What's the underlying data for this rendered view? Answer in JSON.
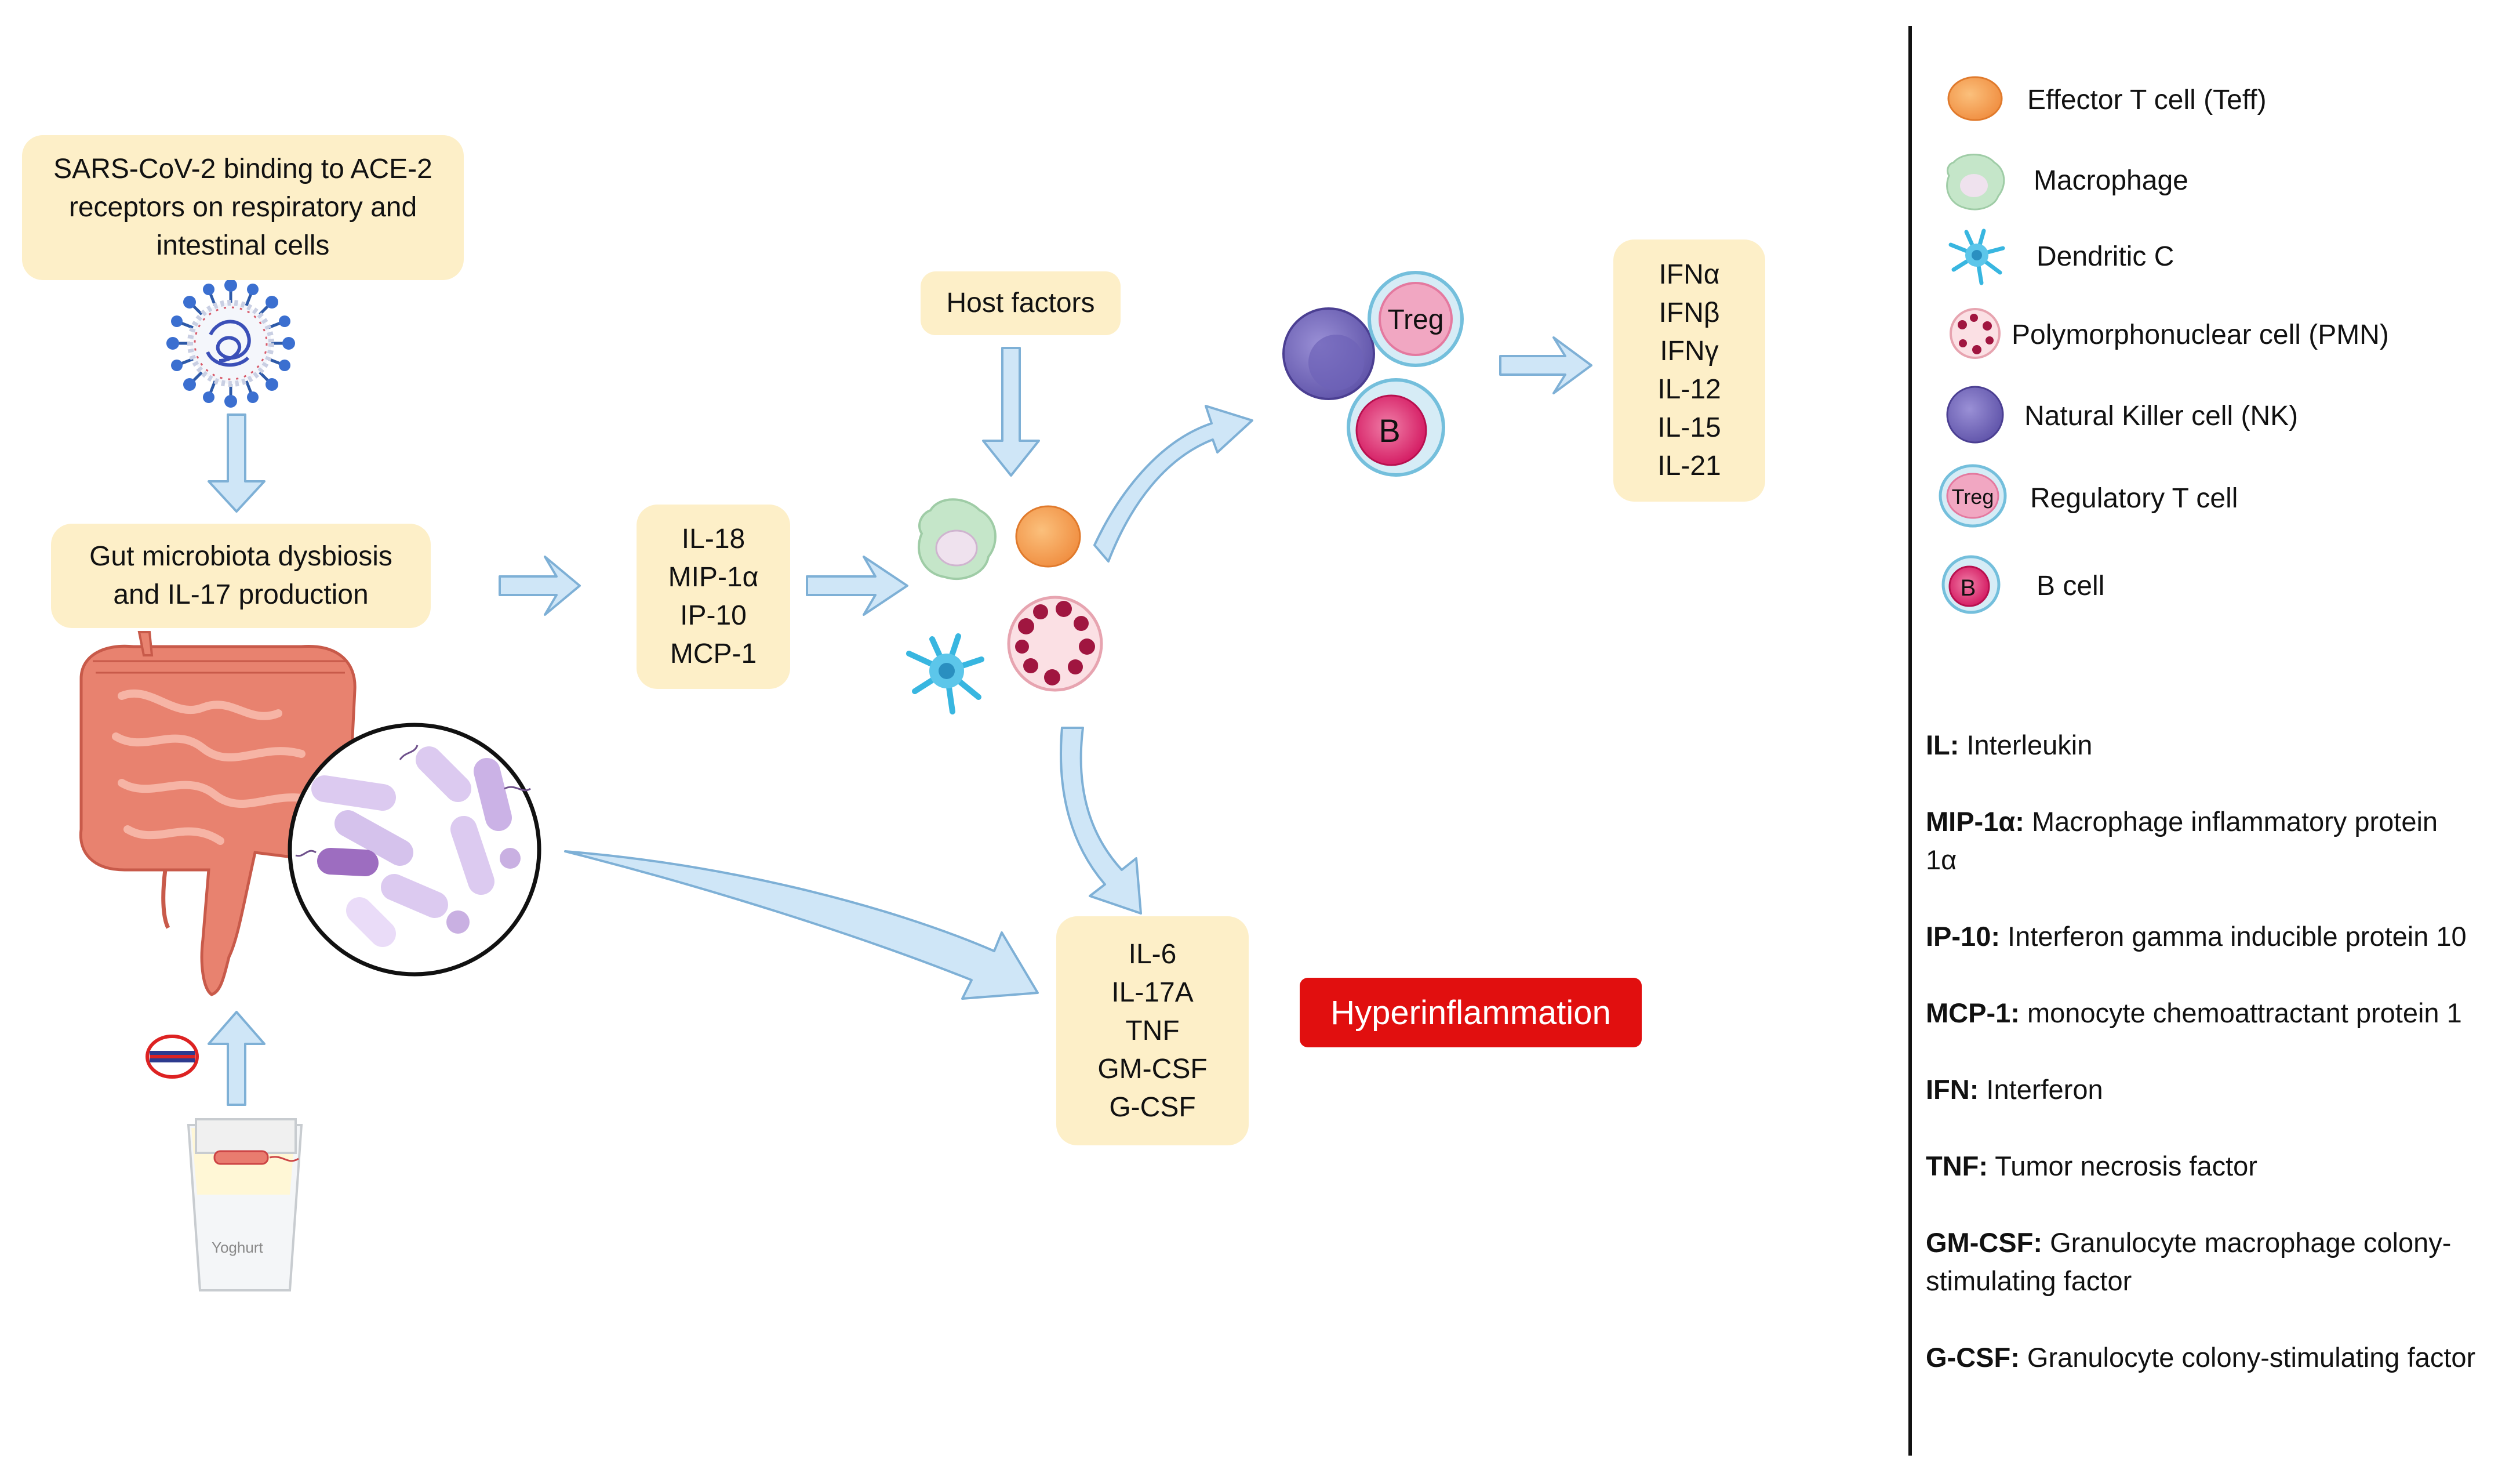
{
  "boxes": {
    "sars": [
      "SARS-CoV-2 binding to ACE-2",
      "receptors on respiratory and",
      "intestinal cells"
    ],
    "dysbiosis": [
      "Gut microbiota dysbiosis",
      "and IL-17 production"
    ],
    "host_factors": "Host factors",
    "early_cytokines": [
      "IL-18",
      "MIP-1α",
      "IP-10",
      "MCP-1"
    ],
    "interferons": [
      "IFNα",
      "IFNβ",
      "IFNγ",
      "IL-12",
      "IL-15",
      "IL-21"
    ],
    "late_cytokines": [
      "IL-6",
      "IL-17A",
      "TNF",
      "GM-CSF",
      "G-CSF"
    ]
  },
  "hyperinflammation": "Hyperinflammation",
  "cell_labels": {
    "treg": "Treg",
    "b": "B"
  },
  "yoghurt_label": "Yoghurt",
  "legend": [
    {
      "icon": "effector-t-cell-icon",
      "label": "Effector T cell (Teff)"
    },
    {
      "icon": "macrophage-icon",
      "label": "Macrophage"
    },
    {
      "icon": "dendritic-cell-icon",
      "label": "Dendritic C"
    },
    {
      "icon": "pmn-cell-icon",
      "label": "Polymorphonuclear cell (PMN)"
    },
    {
      "icon": "nk-cell-icon",
      "label": "Natural Killer cell (NK)"
    },
    {
      "icon": "treg-cell-icon",
      "label": "Regulatory T cell",
      "icon_text": "Treg"
    },
    {
      "icon": "b-cell-icon",
      "label": "B cell",
      "icon_text": "B"
    }
  ],
  "abbreviations": [
    {
      "term": "IL:",
      "definition": " Interleukin"
    },
    {
      "term": "MIP-1α:",
      "definition": " Macrophage inflammatory protein",
      "definition_2": "1α"
    },
    {
      "term": "IP-10:",
      "definition": " Interferon gamma inducible protein 10"
    },
    {
      "term": "MCP-1:",
      "definition": " monocyte chemoattractant protein 1"
    },
    {
      "term": "IFN:",
      "definition": " Interferon"
    },
    {
      "term": "TNF:",
      "definition": " Tumor necrosis factor"
    },
    {
      "term": "GM-CSF:",
      "definition": " Granulocyte macrophage colony-",
      "definition_2": "stimulating factor"
    },
    {
      "term": "G-CSF:",
      "definition": " Granulocyte colony-stimulating factor"
    }
  ],
  "colors": {
    "box_fill": "#fdefc8",
    "arrow_fill": "#cfe6f7",
    "arrow_stroke": "#7eb0d6",
    "hyper_fill": "#e10f0f"
  }
}
